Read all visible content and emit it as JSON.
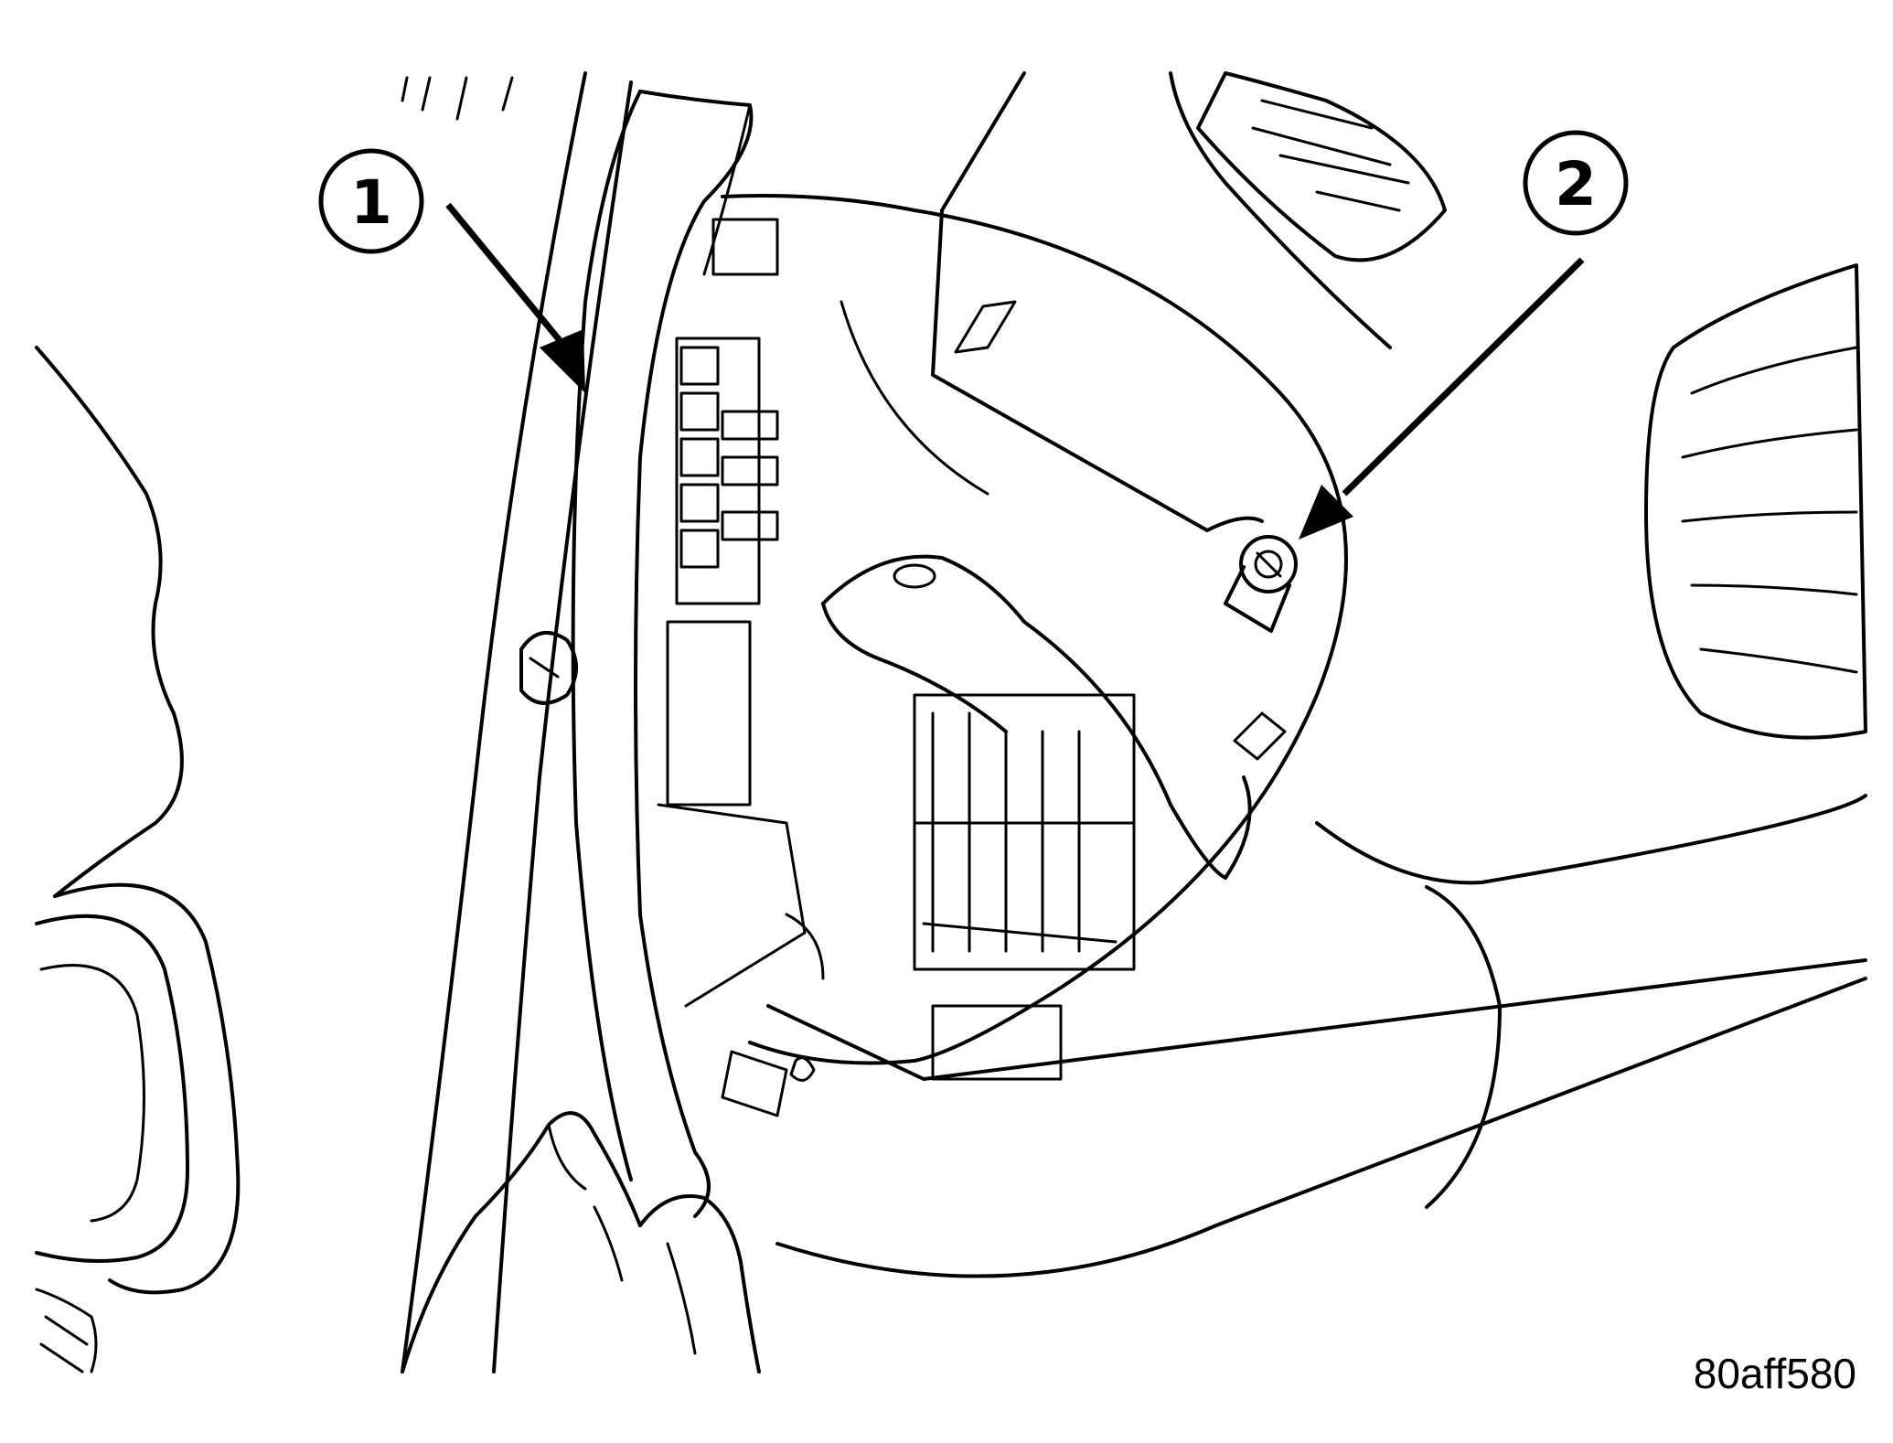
{
  "callouts": [
    {
      "number": "1"
    },
    {
      "number": "2"
    }
  ],
  "figure_id": "80aff580"
}
